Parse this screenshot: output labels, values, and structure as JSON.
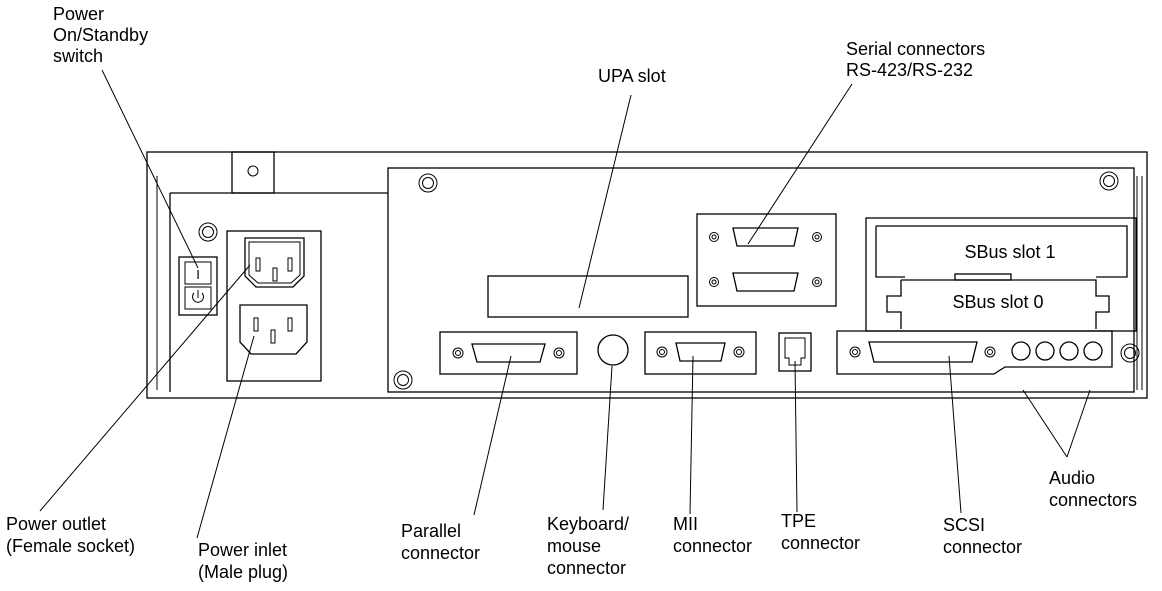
{
  "labels": {
    "power_switch": [
      "Power",
      "On/Standby",
      "switch"
    ],
    "upa_slot": [
      "UPA slot"
    ],
    "serial_connectors": [
      "Serial connectors",
      "RS-423/RS-232"
    ],
    "sbus_slot_1": "SBus slot 1",
    "sbus_slot_0": "SBus slot 0",
    "switch_on_symbol": "I",
    "power_outlet": [
      "Power outlet",
      "(Female socket)"
    ],
    "power_inlet": [
      "Power inlet",
      "(Male plug)"
    ],
    "parallel_connector": [
      "Parallel",
      "connector"
    ],
    "keyboard_mouse_connector": [
      "Keyboard/",
      "mouse",
      "connector"
    ],
    "mii_connector": [
      "MII",
      "connector"
    ],
    "tpe_connector": [
      "TPE",
      "connector"
    ],
    "scsi_connector": [
      "SCSI",
      "connector"
    ],
    "audio_connectors": [
      "Audio",
      "connectors"
    ]
  }
}
